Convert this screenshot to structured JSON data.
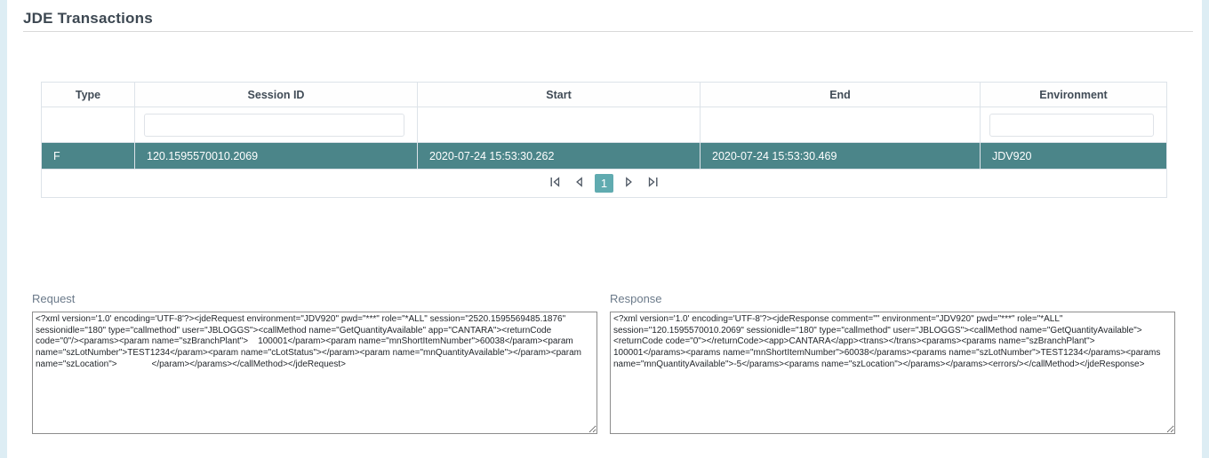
{
  "title": "JDE Transactions",
  "table": {
    "columns": [
      "Type",
      "Session ID",
      "Start",
      "End",
      "Environment"
    ],
    "filters": {
      "session_id_value": "",
      "environment_value": ""
    },
    "row": {
      "type": "F",
      "session_id": "120.1595570010.2069",
      "start": "2020-07-24 15:53:30.262",
      "end": "2020-07-24 15:53:30.469",
      "environment": "JDV920"
    },
    "pager": {
      "current_page": "1"
    }
  },
  "request": {
    "label": "Request",
    "xml": "<?xml version='1.0' encoding='UTF-8'?><jdeRequest environment=\"JDV920\" pwd=\"***\" role=\"*ALL\" session=\"2520.1595569485.1876\" sessionidle=\"180\" type=\"callmethod\" user=\"JBLOGGS\"><callMethod name=\"GetQuantityAvailable\" app=\"CANTARA\"><returnCode code=\"0\"/><params><param name=\"szBranchPlant\">    100001</param><param name=\"mnShortItemNumber\">60038</param><param name=\"szLotNumber\">TEST1234</param><param name=\"cLotStatus\"></param><param name=\"mnQuantityAvailable\"></param><param name=\"szLocation\">              </param></params></callMethod></jdeRequest>"
  },
  "response": {
    "label": "Response",
    "xml": "<?xml version='1.0' encoding='UTF-8'?><jdeResponse comment=\"\" environment=\"JDV920\" pwd=\"***\" role=\"*ALL\" session=\"120.1595570010.2069\" sessionidle=\"180\" type=\"callmethod\" user=\"JBLOGGS\"><callMethod name=\"GetQuantityAvailable\"><returnCode code=\"0\"></returnCode><app>CANTARA</app><trans></trans><params><params name=\"szBranchPlant\">    100001</params><params name=\"mnShortItemNumber\">60038</params><params name=\"szLotNumber\">TEST1234</params><params name=\"mnQuantityAvailable\">-5</params><params name=\"szLocation\"></params></params><errors/></callMethod></jdeResponse>"
  },
  "colors": {
    "selected_row_background": "#4b8589",
    "active_page_background": "#60abb0",
    "pager_icon": "#4e5763",
    "page_edge_background": "#ddedf4",
    "grid_border": "#dde3e9"
  }
}
